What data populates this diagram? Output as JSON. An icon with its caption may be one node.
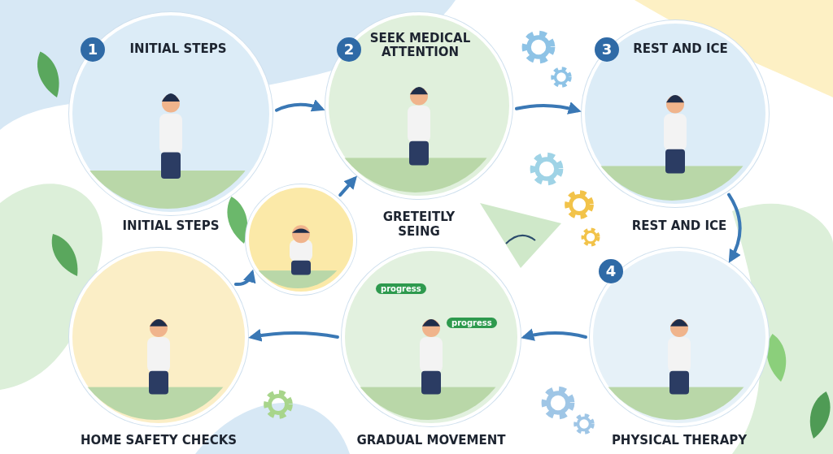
{
  "diagram": {
    "nodes": [
      {
        "text": [
          "1",
          "INITIAL STEPS"
        ],
        "beside": [
          "INITIAL STEPS"
        ]
      },
      {
        "text": [
          "2",
          "SEEK MEDICAL ATTENTION"
        ]
      },
      {
        "text": [
          "3",
          "REST AND ICE"
        ],
        "beside": [
          "REST AND ICE"
        ]
      },
      {
        "text": [],
        "shape": "picture"
      },
      {
        "text": [
          "4"
        ],
        "beside": [
          "PHYSICAL THERAPY"
        ]
      },
      {
        "text": [
          "progress",
          "progress"
        ],
        "beside": [
          "GRADUAL MOVEMENT"
        ]
      },
      {
        "text": [],
        "shape": "picture",
        "beside": [
          "HOME SAFETY CHECKS"
        ]
      }
    ],
    "edges": [
      {
        "from": 0,
        "to": 1,
        "arrow": "to"
      },
      {
        "from": 1,
        "to": 2,
        "arrow": "to"
      },
      {
        "from": 2,
        "to": 4,
        "arrow": "to"
      },
      {
        "from": 4,
        "to": 5,
        "arrow": "to"
      },
      {
        "from": 5,
        "to": 6,
        "arrow": "to"
      },
      {
        "from": 6,
        "to": 3,
        "arrow": "to"
      },
      {
        "from": 3,
        "to": 1,
        "arrow": "to"
      }
    ],
    "labels": [
      "GRETEITLY SEING"
    ]
  }
}
